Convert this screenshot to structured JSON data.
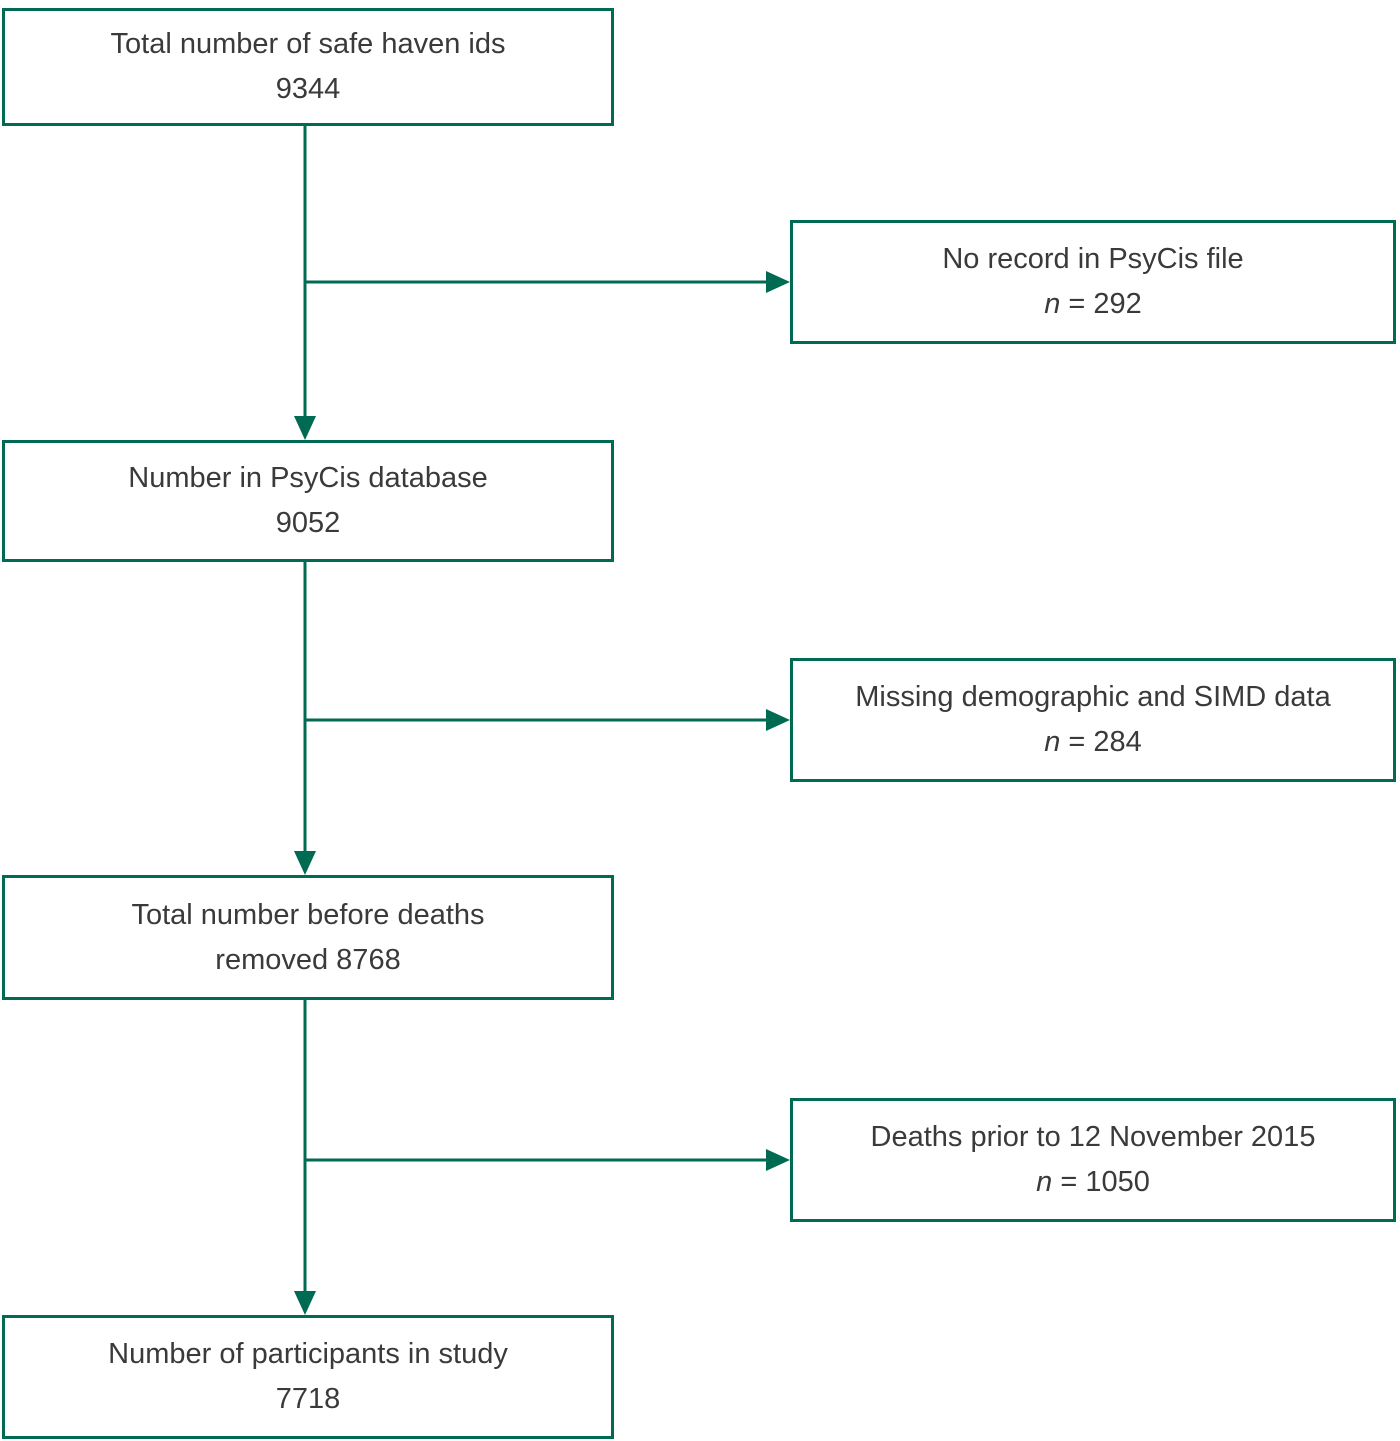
{
  "colors": {
    "accent": "#006a52",
    "text": "#3a3a3a",
    "background": "#ffffff"
  },
  "flow": {
    "main": [
      {
        "line1": "Total number of safe haven ids",
        "line2": "9344"
      },
      {
        "line1": "Number in PsyCis database",
        "line2": "9052"
      },
      {
        "line1": "Total number before deaths",
        "line2": "removed 8768"
      },
      {
        "line1": "Number of participants in study",
        "line2": "7718"
      }
    ],
    "exclusions": [
      {
        "line1": "No record in PsyCis file",
        "n_symbol": "n",
        "n_rest": " = 292"
      },
      {
        "line1": "Missing demographic and SIMD data",
        "n_symbol": "n",
        "n_rest": " = 284"
      },
      {
        "line1": "Deaths prior to 12 November 2015",
        "n_symbol": "n",
        "n_rest": " = 1050"
      }
    ]
  }
}
